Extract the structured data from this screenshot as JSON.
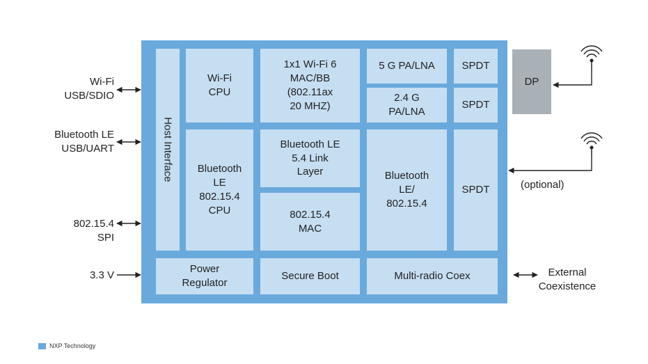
{
  "colors": {
    "nxp_blue": "#6aa9dc",
    "block_fill": "#c6def2",
    "dp_fill": "#a9b0b6",
    "line": "#222222"
  },
  "blocks": {
    "host_interface": "Host Interface",
    "wifi_cpu": "Wi-Fi\nCPU",
    "wifi6_macbb": "1x1 Wi-Fi 6\nMAC/BB\n(802.11ax\n20 MHZ)",
    "pa_lna_5g": "5 G PA/LNA",
    "spdt_1": "SPDT",
    "pa_lna_24g": "2.4 G\nPA/LNA",
    "spdt_2": "SPDT",
    "ble_cpu": "Bluetooth\nLE\n802.15.4\nCPU",
    "ble_link_layer": "Bluetooth LE\n5.4 Link\nLayer",
    "mac_802154": "802.15.4\nMAC",
    "ble_radio": "Bluetooth\nLE/\n802.15.4",
    "spdt_3": "SPDT",
    "power_regulator": "Power\nRegulator",
    "secure_boot": "Secure Boot",
    "multiradio_coex": "Multi-radio Coex",
    "dp": "DP"
  },
  "external": {
    "wifi_usb_sdio": "Wi-Fi\nUSB/SDIO",
    "bt_usb_uart": "Bluetooth LE\nUSB/UART",
    "spi_802154": "802.15.4\nSPI",
    "voltage": "3.3 V",
    "optional": "(optional)",
    "external_coex": "External\nCoexistence"
  },
  "legend": {
    "label": "NXP Technology"
  },
  "icons": {
    "antenna_top": "antenna-icon",
    "antenna_bottom": "antenna-icon"
  }
}
